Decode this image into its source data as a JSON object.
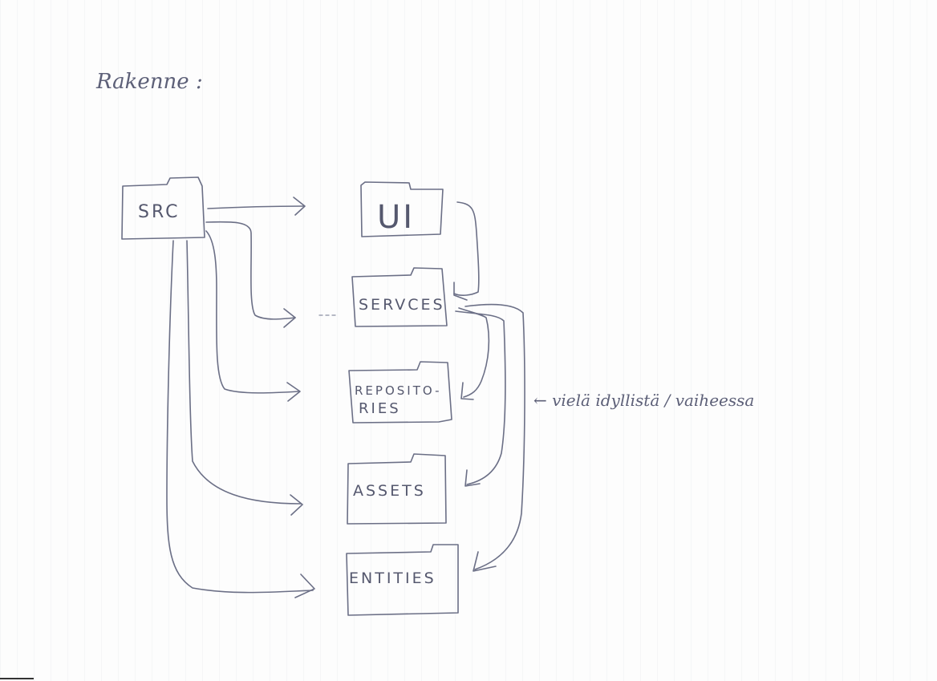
{
  "title": "Rakenne :",
  "root": {
    "label": "SRC"
  },
  "folders": [
    {
      "id": "ui",
      "label": "UI"
    },
    {
      "id": "services",
      "label": "SERVCES"
    },
    {
      "id": "repositories",
      "label_line1": "REPOSITO-",
      "label_line2": "RIES"
    },
    {
      "id": "assets",
      "label": "ASSETS"
    },
    {
      "id": "entities",
      "label": "ENTITIES"
    }
  ],
  "note": "← vielä idyllistä / vaiheessa",
  "colors": {
    "ink": "#6b6f86",
    "paper": "#fdfdfd"
  }
}
